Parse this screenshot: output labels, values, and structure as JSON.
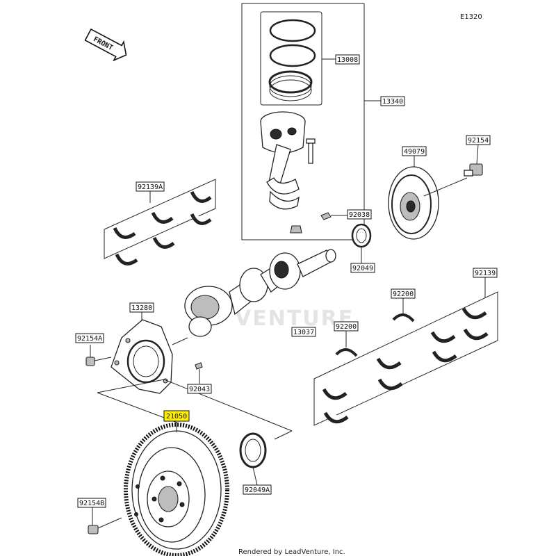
{
  "diagram": {
    "code": "E1320",
    "front_label": "FRONT",
    "watermark": "VENTURE",
    "footer": "Rendered by LeadVenture, Inc."
  },
  "parts": {
    "p13008": "13008",
    "p13340": "13340",
    "p92154": "92154",
    "p49079": "49079",
    "p92139A": "92139A",
    "p92038": "92038",
    "p92049": "92049",
    "p92139": "92139",
    "p13280": "13280",
    "p92200a": "92200",
    "p92200b": "92200",
    "p92154A": "92154A",
    "p13037": "13037",
    "p92043": "92043",
    "p21050": "21050",
    "p92049A": "92049A",
    "p92154B": "92154B"
  },
  "highlight_color": "#ffef00"
}
